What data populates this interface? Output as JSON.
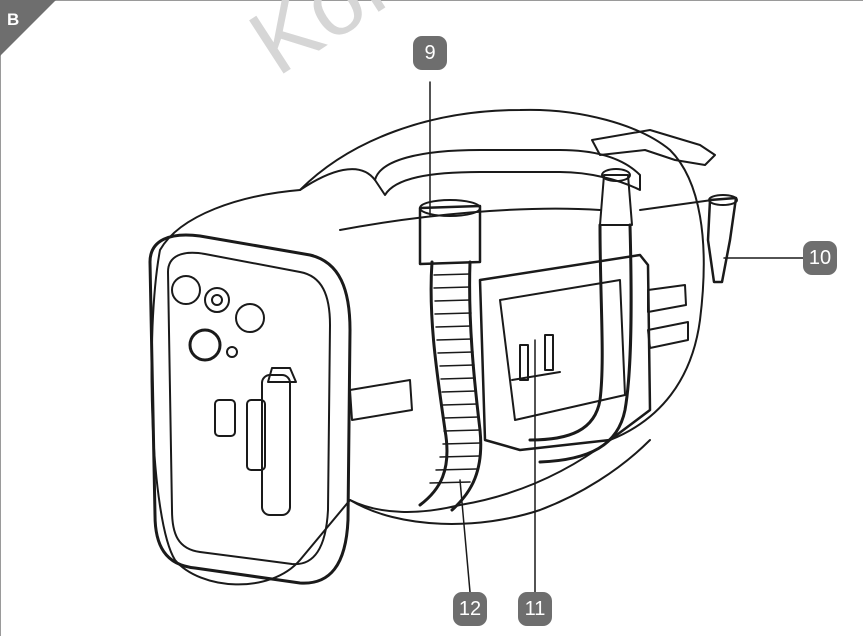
{
  "figure": {
    "corner_label": "B",
    "watermark": "Korre",
    "callouts": [
      "9",
      "10",
      "11",
      "12"
    ]
  },
  "colors": {
    "badge": "#6e6e6e",
    "line": "#1a1a1a",
    "watermark": "#d6d6d6"
  }
}
